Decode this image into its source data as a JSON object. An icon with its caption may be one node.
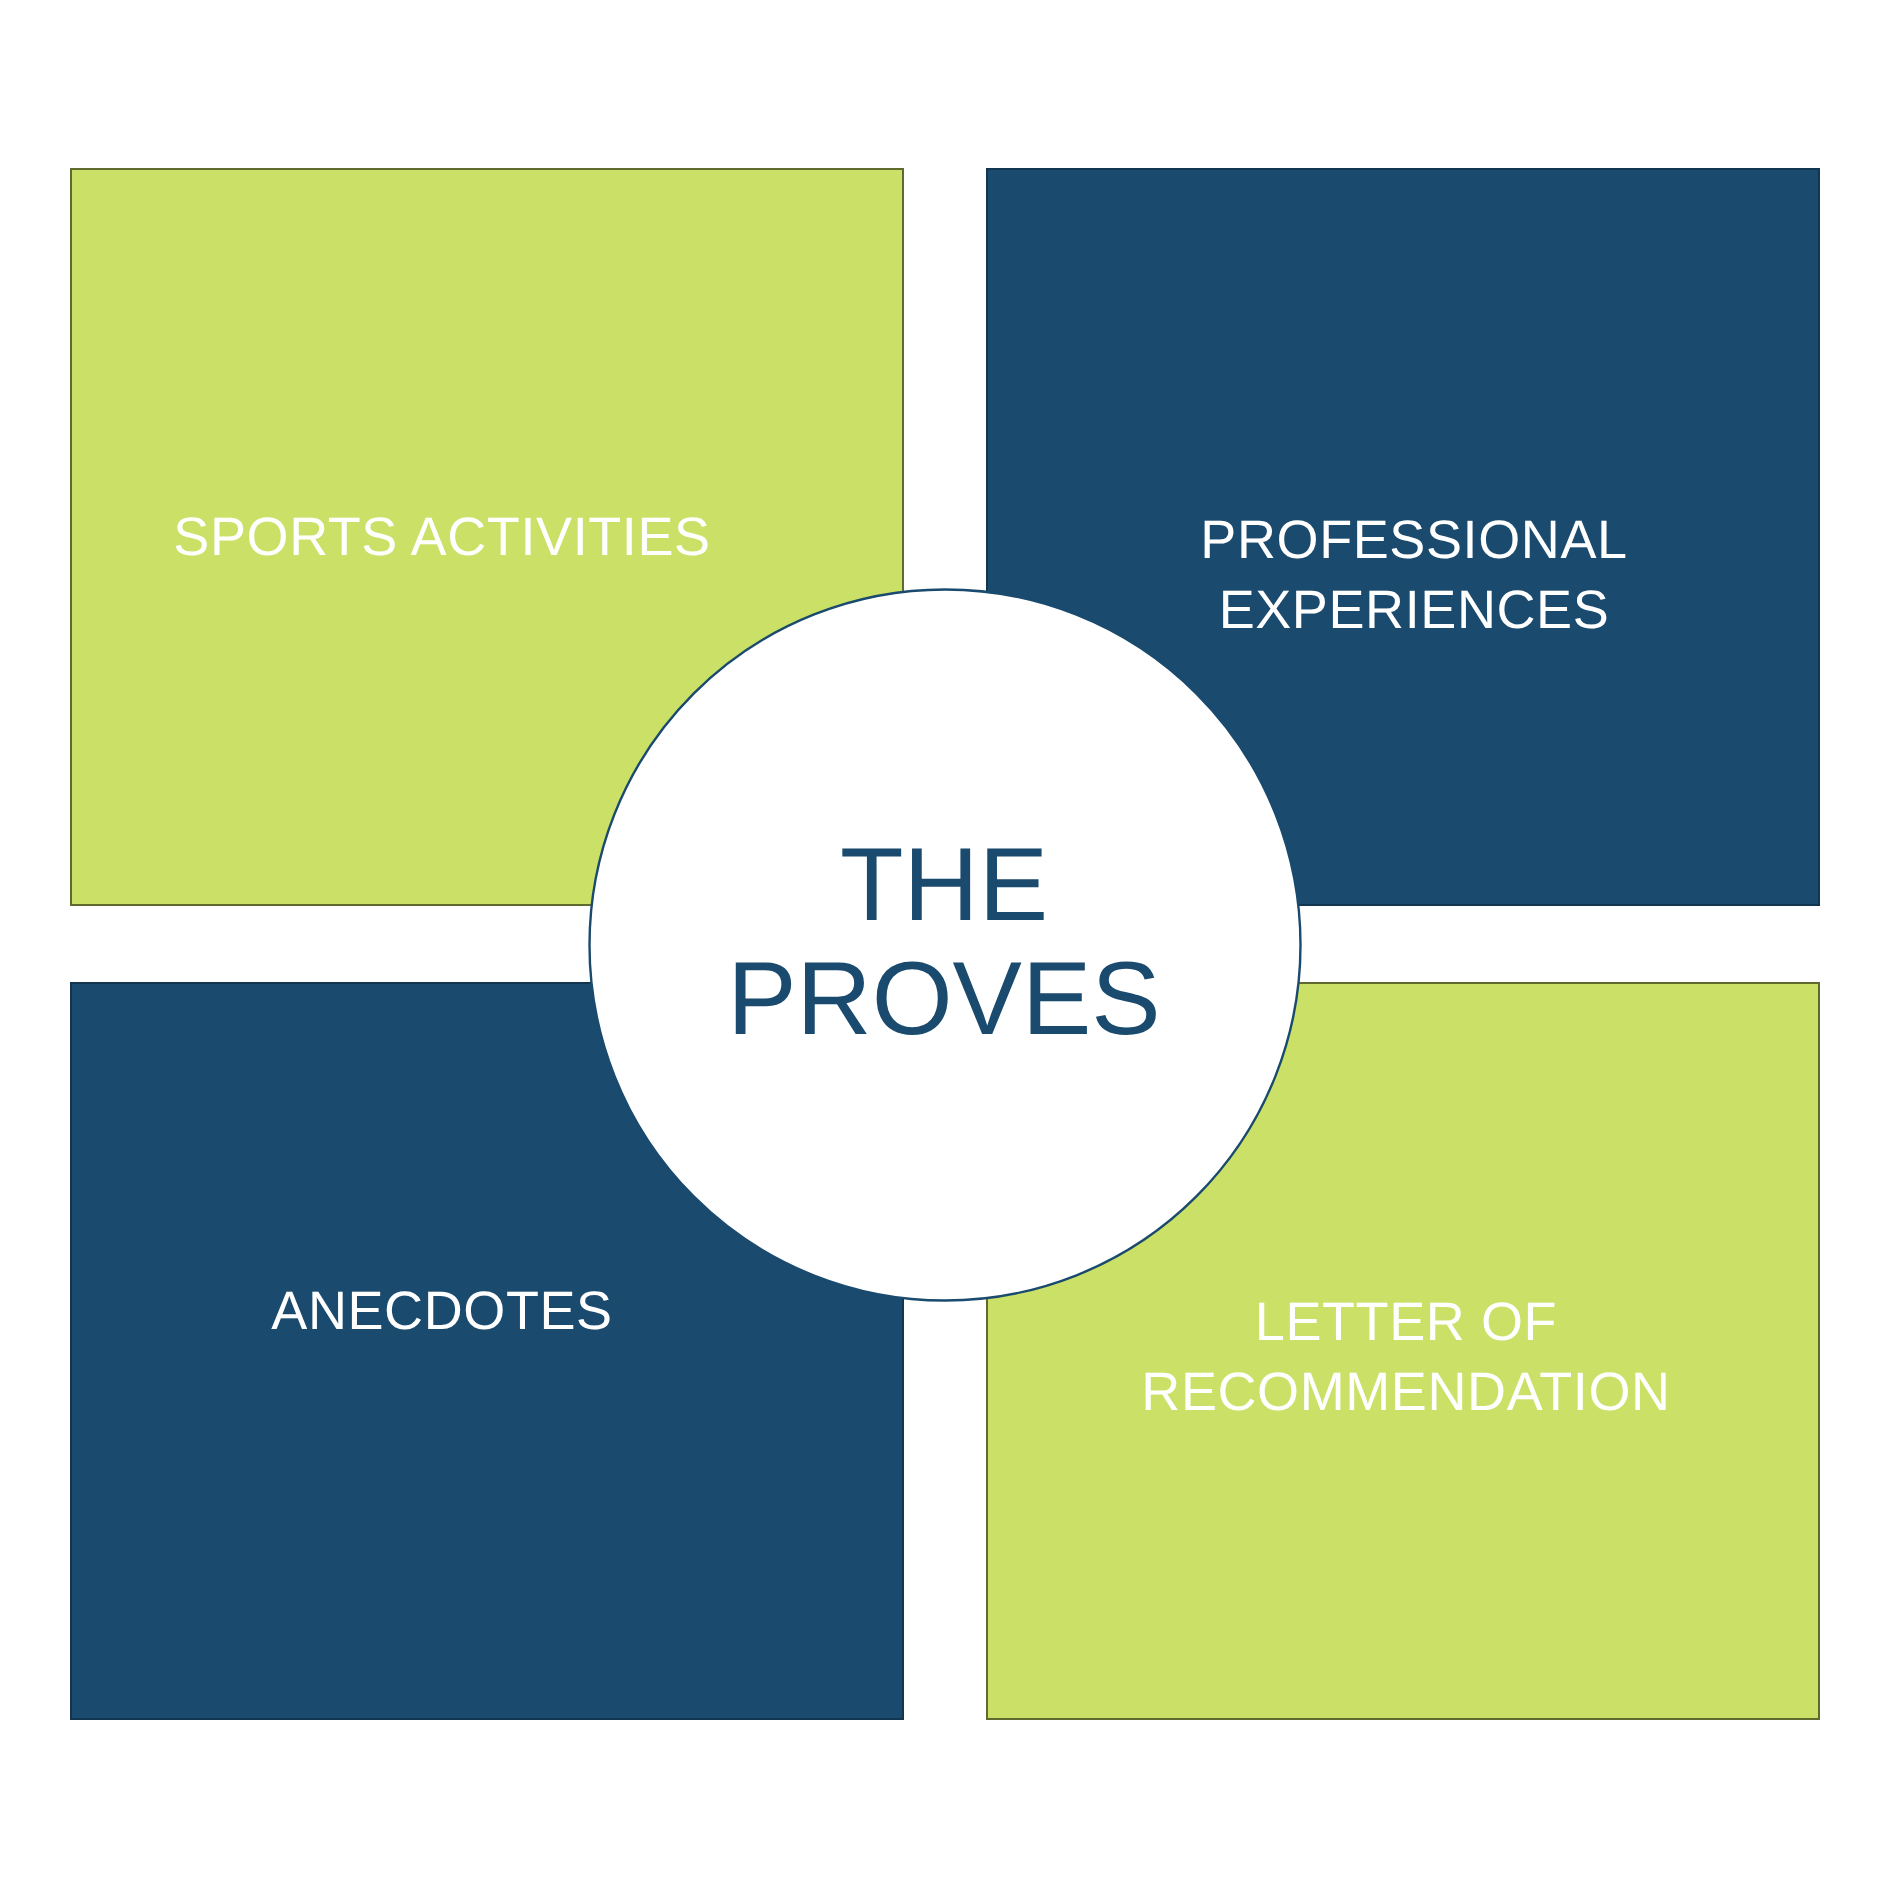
{
  "diagram": {
    "nodes": [
      {
        "text": [
          "SPORTS ACTIVITIES"
        ]
      },
      {
        "text": [
          "PROFESSIONAL EXPERIENCES"
        ]
      },
      {
        "text": [
          "THE PROVES"
        ]
      },
      {
        "text": [
          "ANECDOTES"
        ]
      },
      {
        "text": [
          "LETTER OF RECOMMENDATION"
        ]
      }
    ]
  }
}
